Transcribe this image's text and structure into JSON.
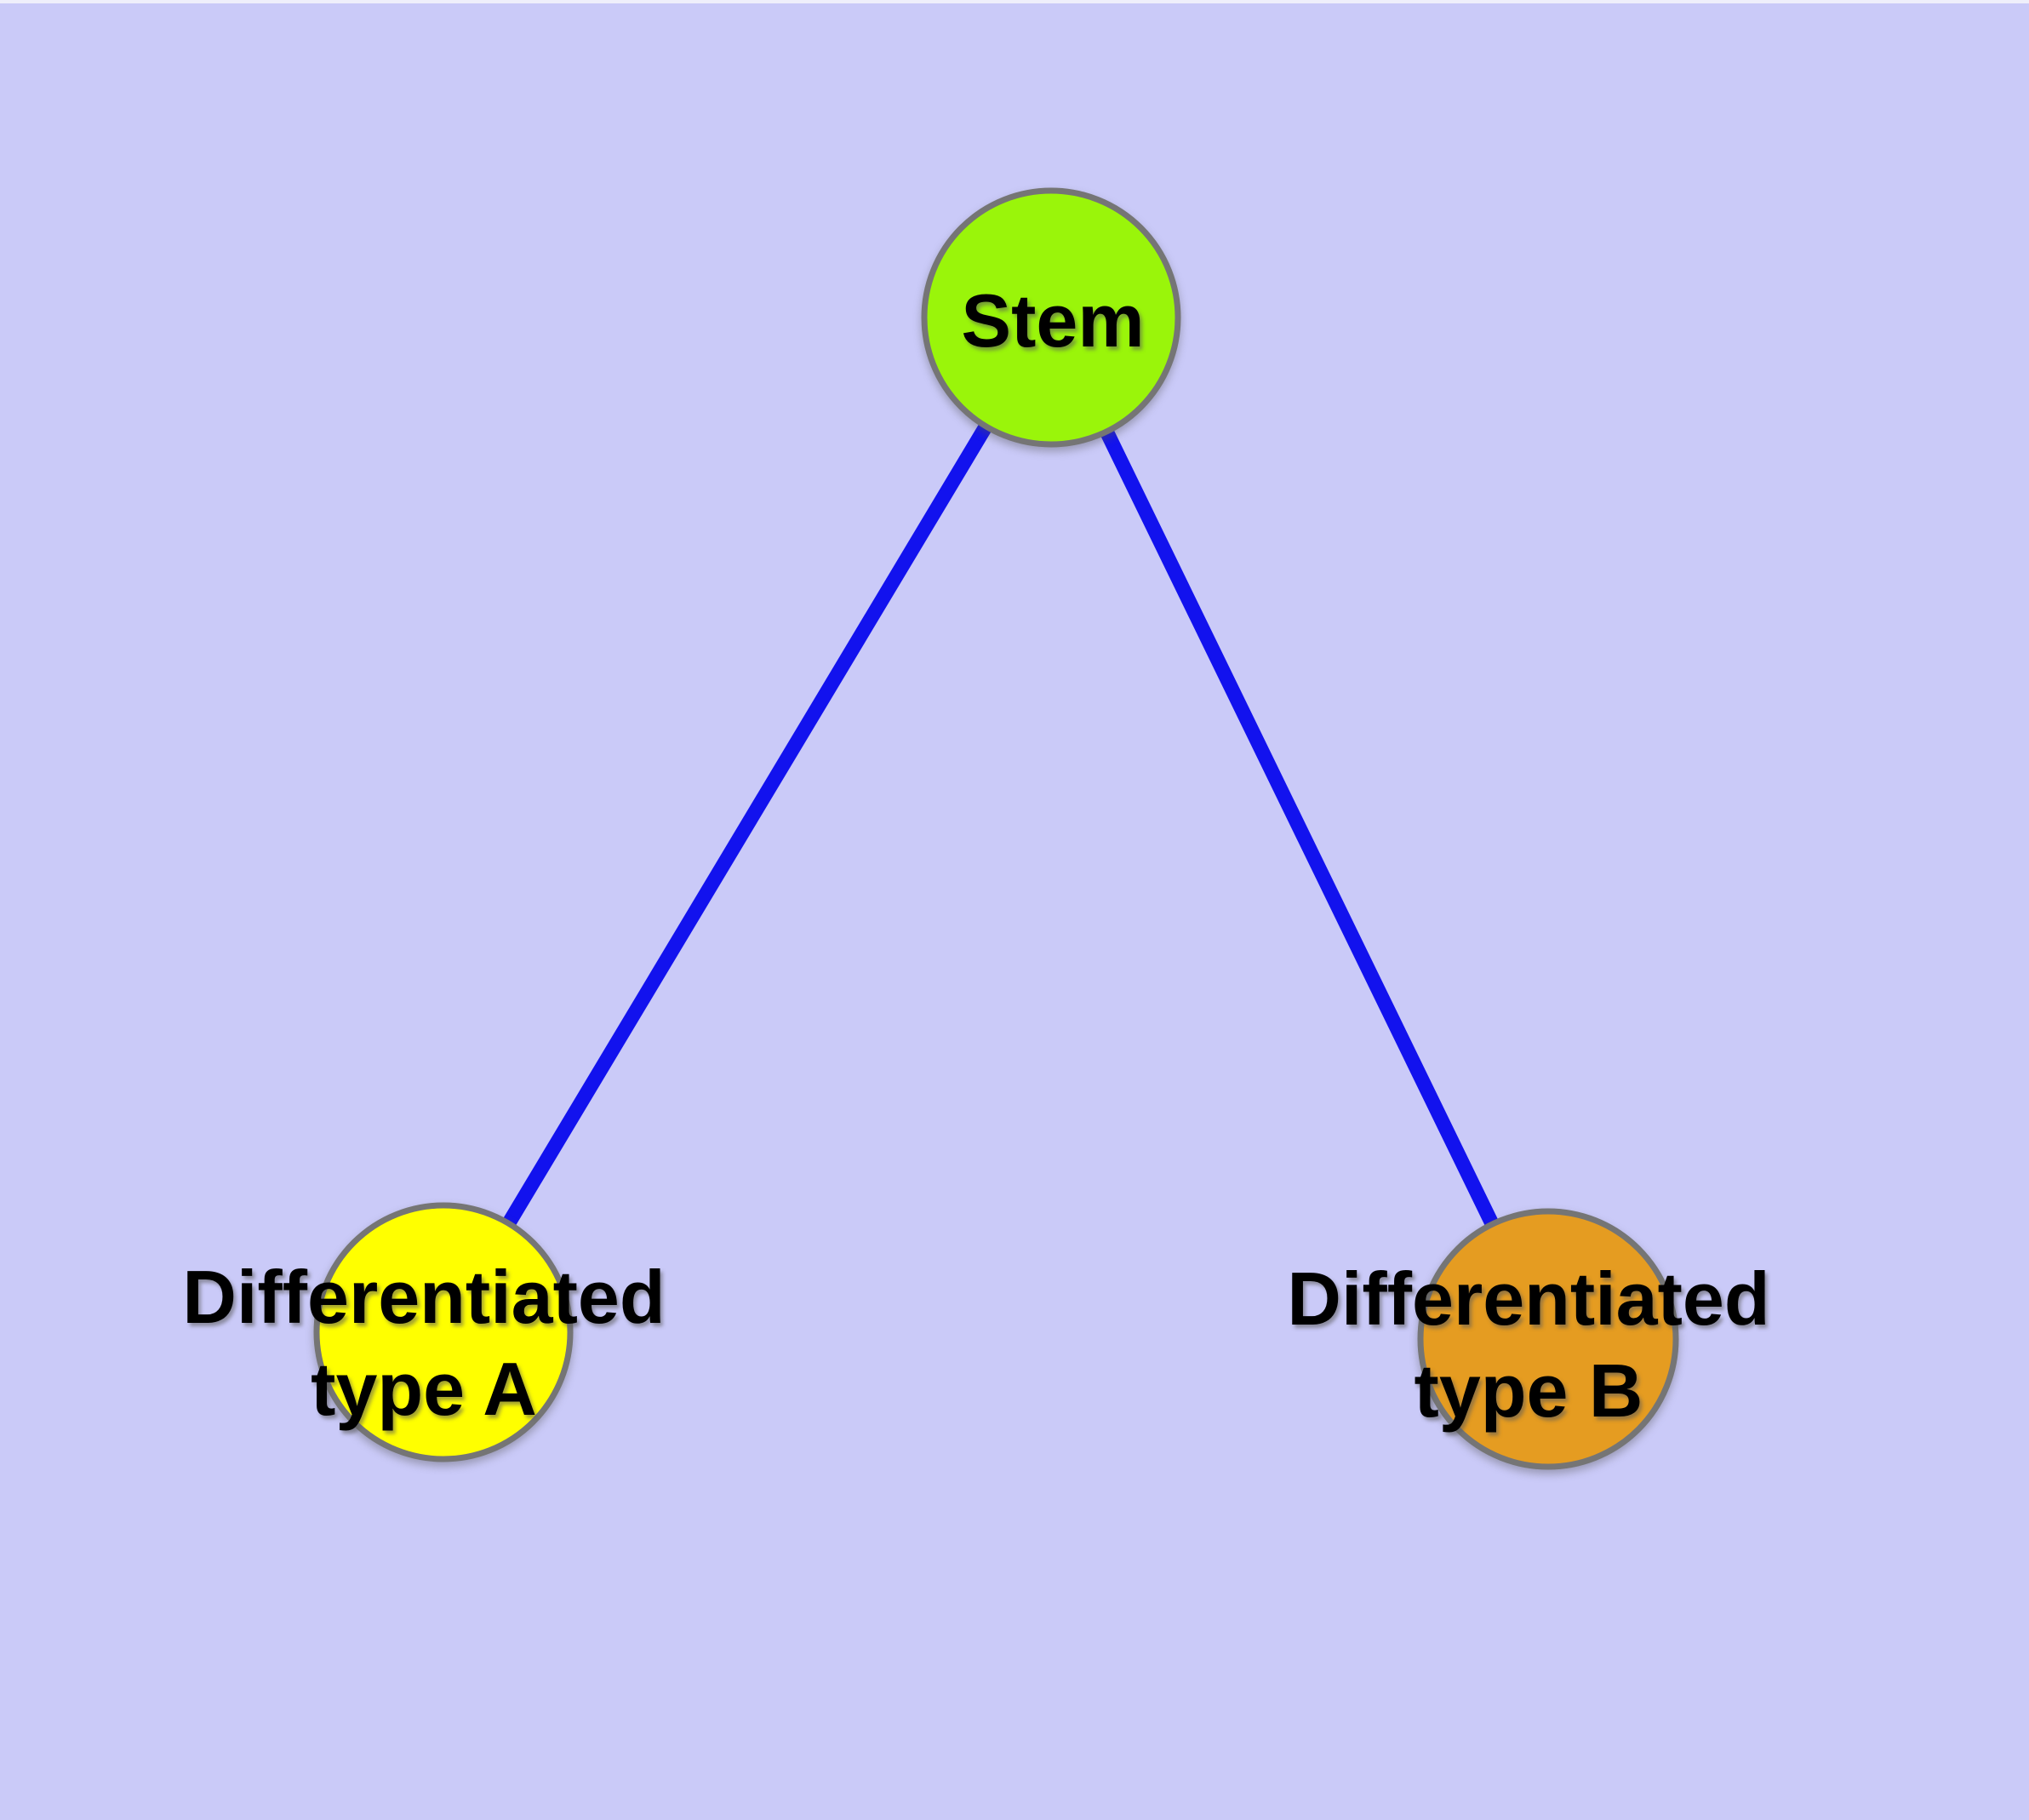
{
  "diagram": {
    "type": "node-link-graph",
    "colors": {
      "background": "#cacaf8",
      "top_strip": "#efeffb",
      "edge": "#1212ee",
      "node_border": "#757575",
      "label_text": "#000000",
      "stem_fill": "#9af50a",
      "type_a_fill": "#ffff00",
      "type_b_fill": "#e59c21"
    },
    "nodes": {
      "stem": {
        "label": "Stem"
      },
      "type_a": {
        "label_line1": "Differentiated",
        "label_line2": "type A"
      },
      "type_b": {
        "label_line1": "Differentiated",
        "label_line2": "type B"
      }
    },
    "edges": [
      {
        "from": "Stem",
        "to": "Differentiated type A"
      },
      {
        "from": "Stem",
        "to": "Differentiated type B"
      }
    ]
  }
}
